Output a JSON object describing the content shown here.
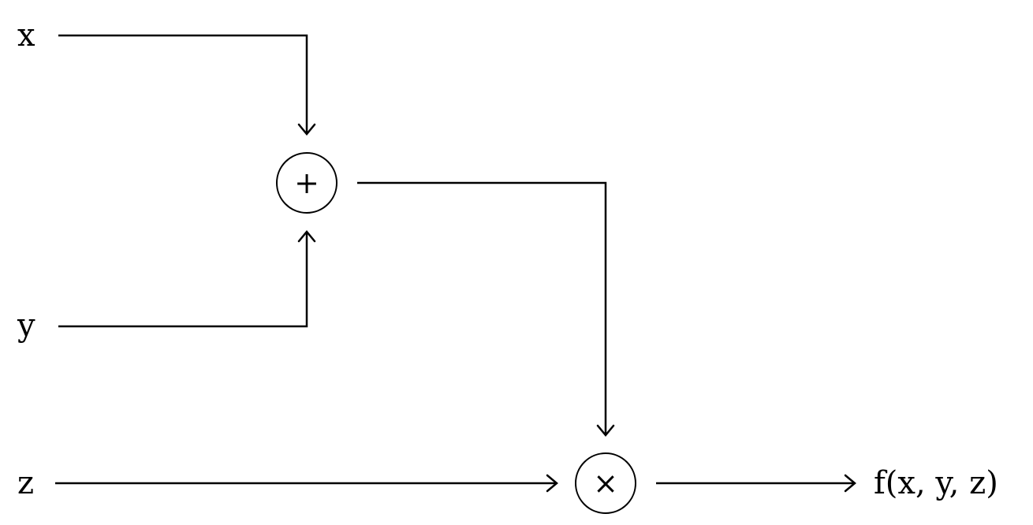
{
  "inputs": {
    "x": "x",
    "y": "y",
    "z": "z"
  },
  "operators": {
    "add": "+",
    "multiply": "×"
  },
  "output": {
    "label": "f(x, y, z)"
  }
}
